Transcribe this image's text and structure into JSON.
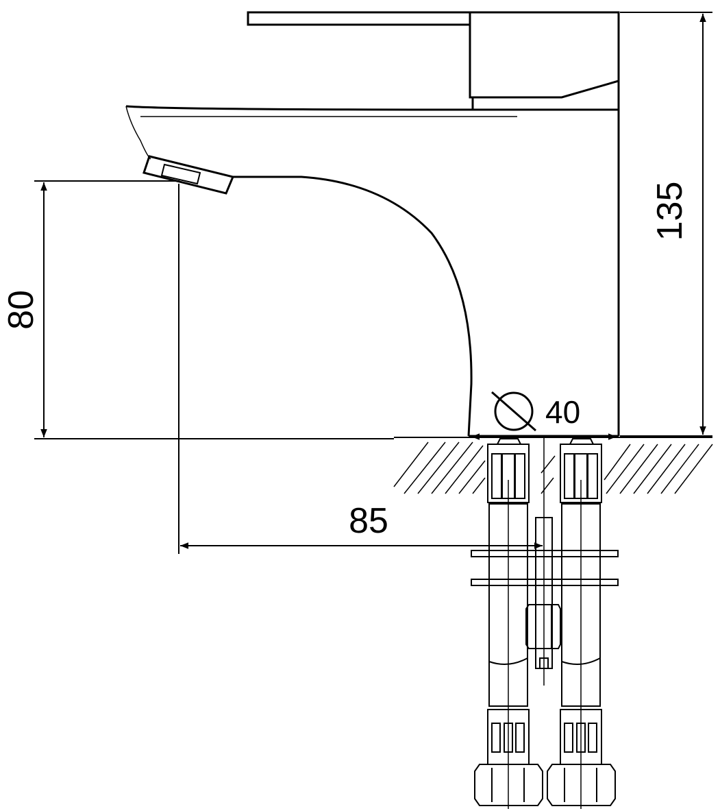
{
  "diagram": {
    "dimensions": {
      "spout_height": "80",
      "total_height": "135",
      "reach": "85",
      "hole_diameter": "40"
    }
  }
}
